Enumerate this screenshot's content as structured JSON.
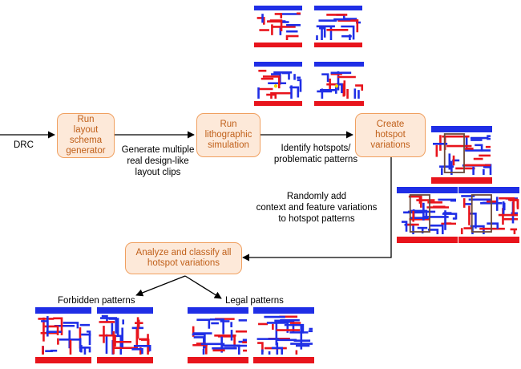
{
  "steps": {
    "run_generator": "Run\nlayout\nschema\ngenerator",
    "run_litho": "Run\nlithographic\nsimulation",
    "create_variations": "Create\nhotspot\nvariations",
    "analyze": "Analyze and classify all\nhotspot variations"
  },
  "labels": {
    "drc": "DRC",
    "generate": "Generate multiple\nreal design-like\nlayout clips",
    "identify": "Identify hotspots/\nproblematic patterns",
    "random_add": "Randomly add\ncontext and feature variations\nto hotspot patterns",
    "forbidden": "Forbidden patterns",
    "legal": "Legal patterns"
  },
  "colors": {
    "box_fill": "#fde9d9",
    "box_border": "#f0a060",
    "box_text": "#c0601a",
    "metal_blue": "#1f2ee6",
    "metal_red": "#e8141c",
    "hotspot_yellow": "#f2d400",
    "hotspot_outline": "#6b4a3a"
  }
}
